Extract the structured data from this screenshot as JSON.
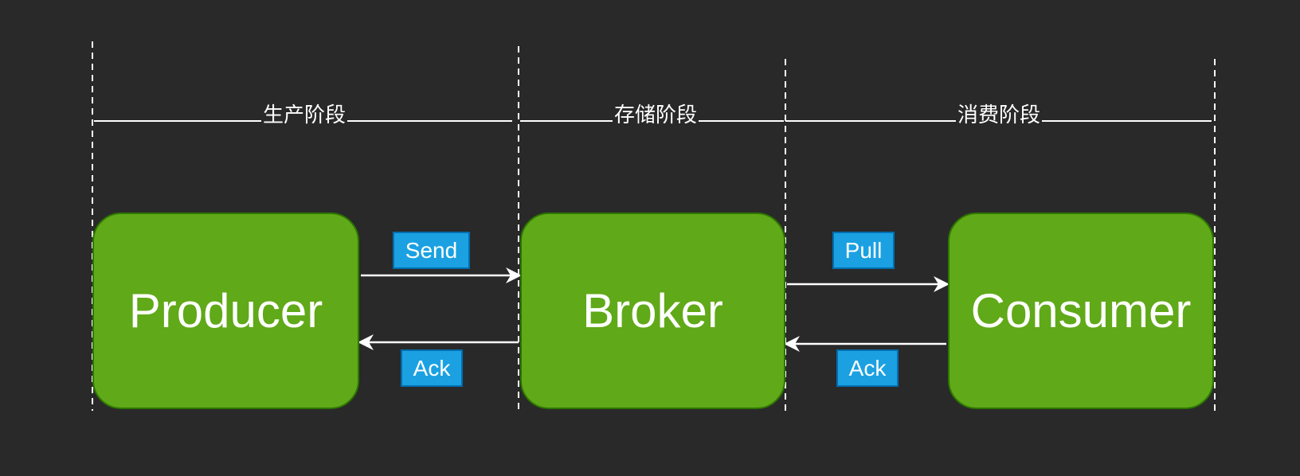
{
  "stages": [
    {
      "label": "生产阶段"
    },
    {
      "label": "存储阶段"
    },
    {
      "label": "消费阶段"
    }
  ],
  "nodes": {
    "producer": "Producer",
    "broker": "Broker",
    "consumer": "Consumer"
  },
  "messages": {
    "send": "Send",
    "ack_producer": "Ack",
    "pull": "Pull",
    "ack_consumer": "Ack"
  },
  "colors": {
    "background": "#292929",
    "node_fill": "#60a918",
    "node_border": "#2d7600",
    "label_fill": "#1ba1e2",
    "label_border": "#006eaf",
    "lines": "#ffffff"
  }
}
